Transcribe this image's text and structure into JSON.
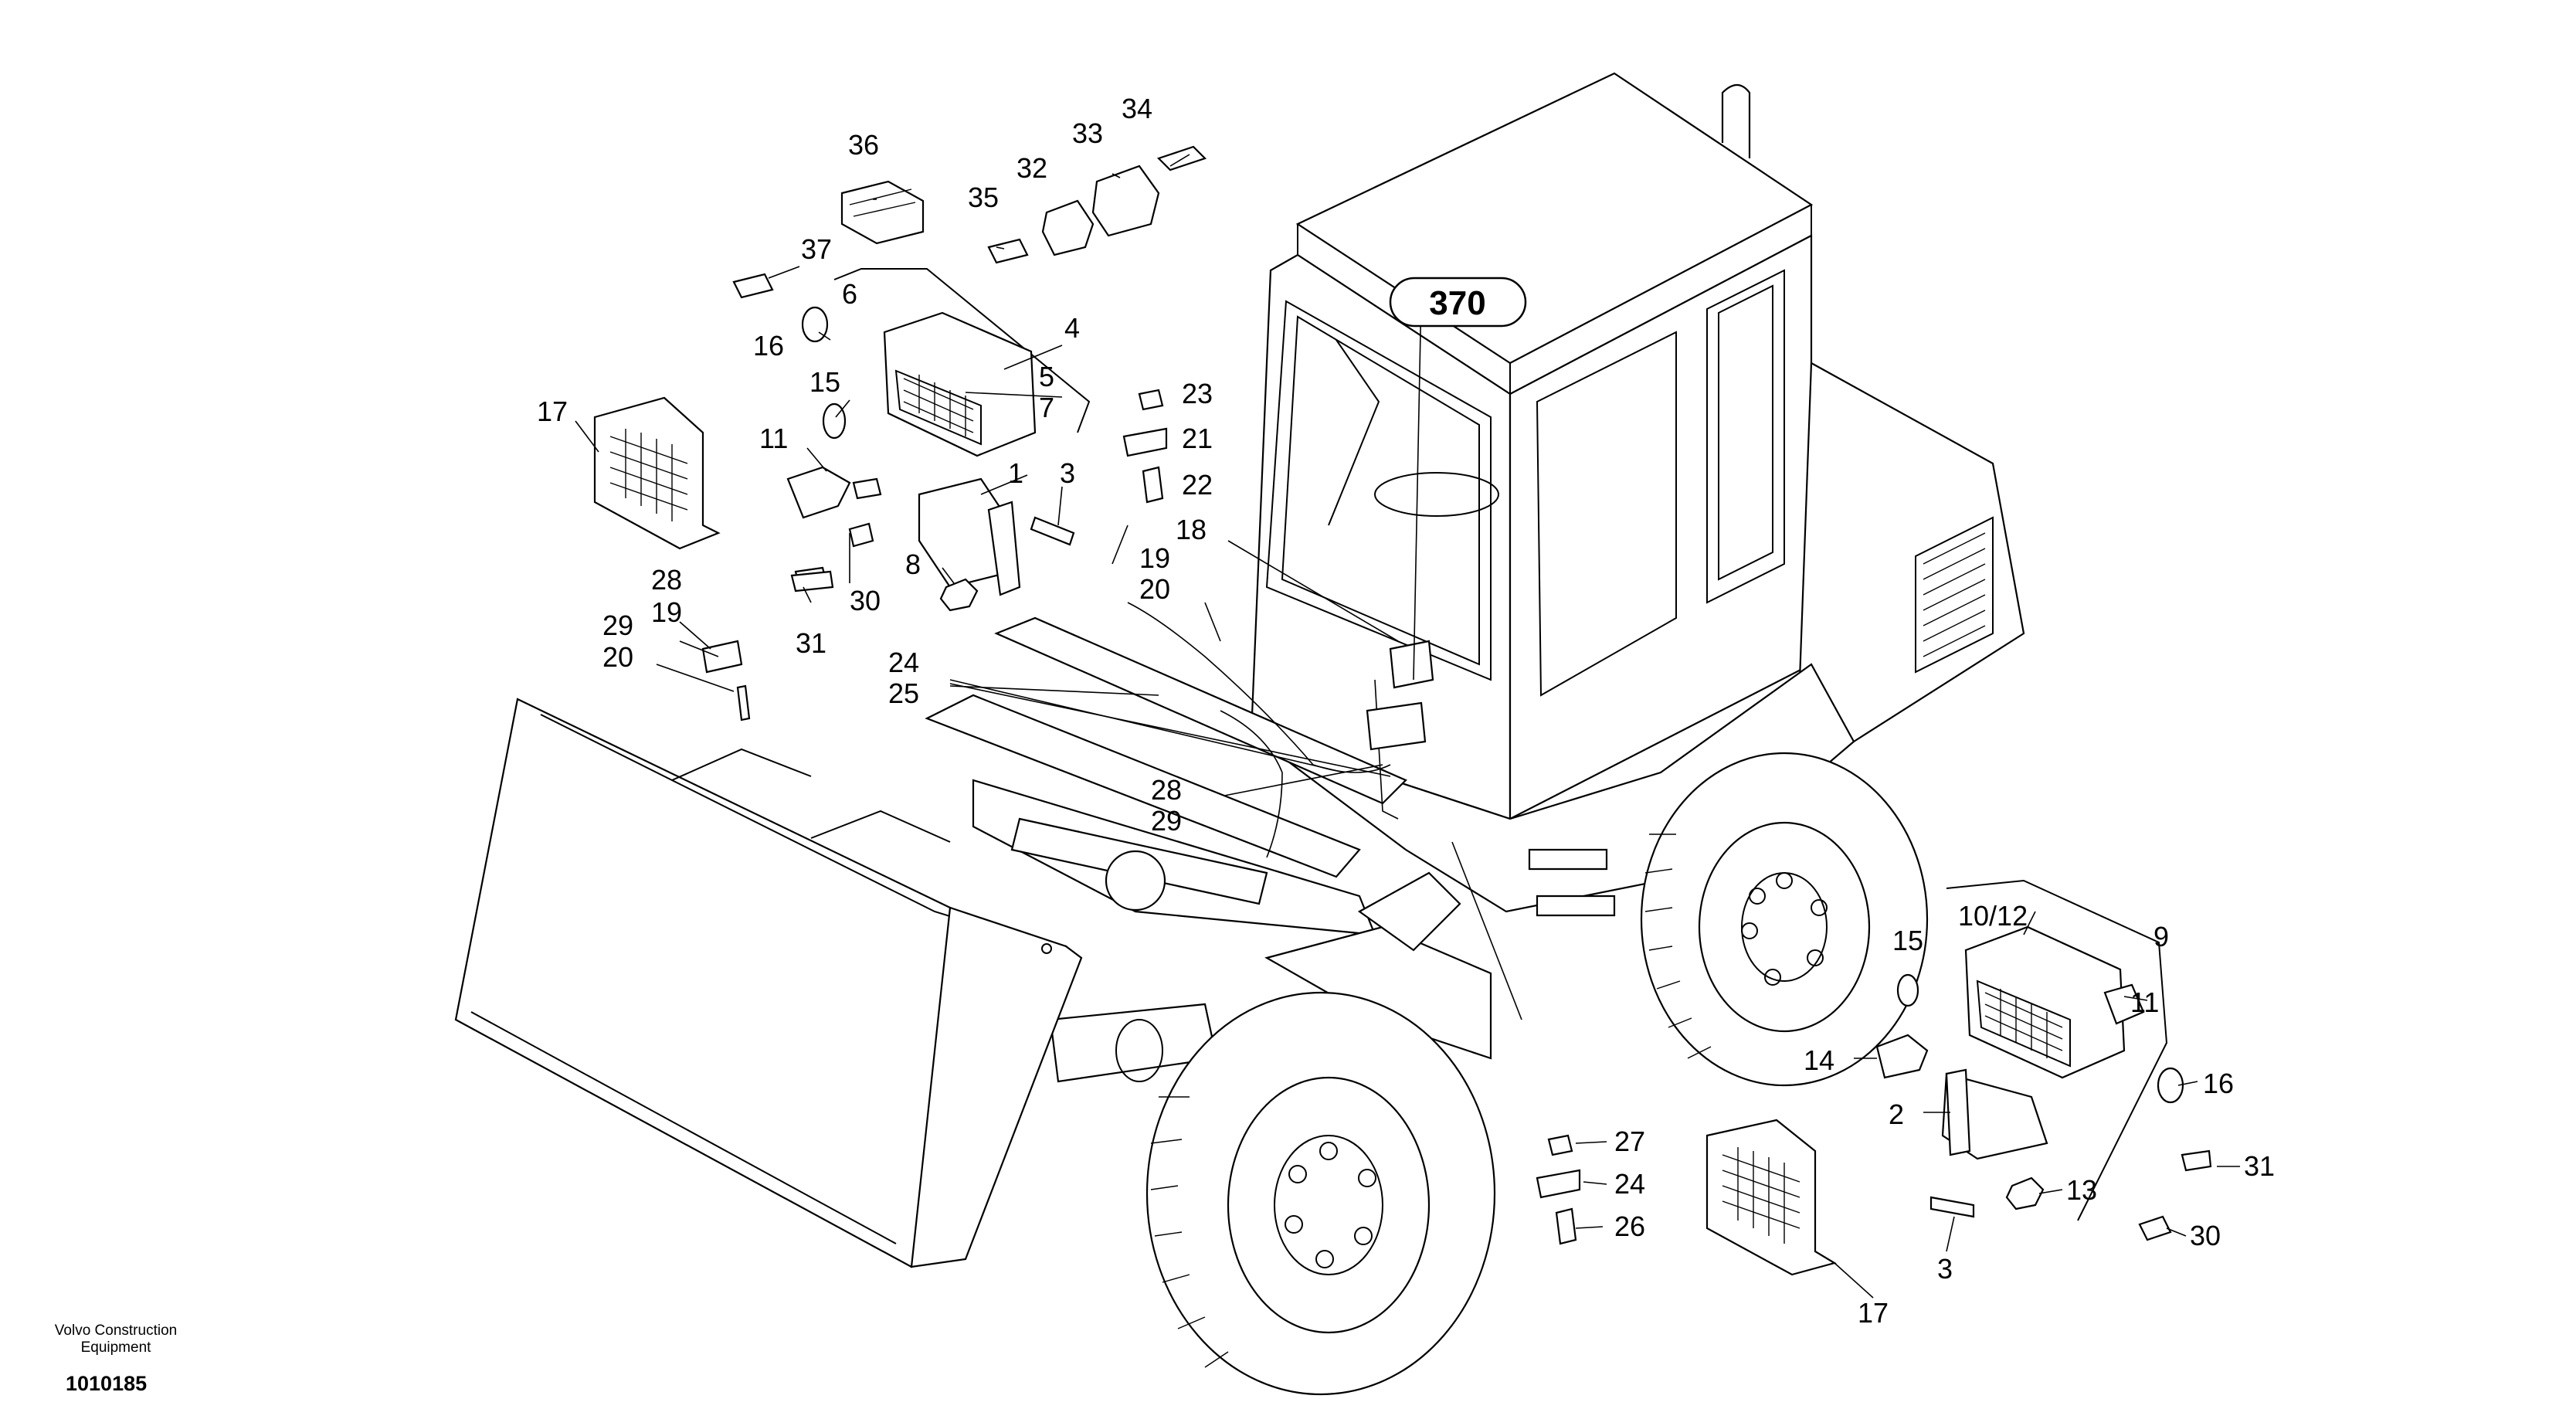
{
  "callout": "370",
  "brand_line1": "Volvo Construction",
  "brand_line2": "Equipment",
  "doc_number": "1010185",
  "labels": {
    "l36": "36",
    "l34": "34",
    "l33": "33",
    "l32": "32",
    "l35": "35",
    "l37": "37",
    "l6": "6",
    "l4": "4",
    "l16a": "16",
    "l5": "5",
    "l7": "7",
    "l15a": "15",
    "l17a": "17",
    "l11a": "11",
    "l1": "1",
    "l3a": "3",
    "l8": "8",
    "l30a": "30",
    "l23": "23",
    "l21": "21",
    "l22": "22",
    "l18": "18",
    "l19a": "19",
    "l20a": "20",
    "l28a": "28",
    "l19b": "19",
    "l29a": "29",
    "l20b": "20",
    "l31a": "31",
    "l24a": "24",
    "l25": "25",
    "l28b": "28",
    "l29b": "29",
    "l1012": "10/12",
    "l9": "9",
    "l15b": "15",
    "l11b": "11",
    "l14": "14",
    "l16b": "16",
    "l2": "2",
    "l13": "13",
    "l31b": "31",
    "l30b": "30",
    "l3b": "3",
    "l27": "27",
    "l24b": "24",
    "l26": "26",
    "l17b": "17"
  }
}
